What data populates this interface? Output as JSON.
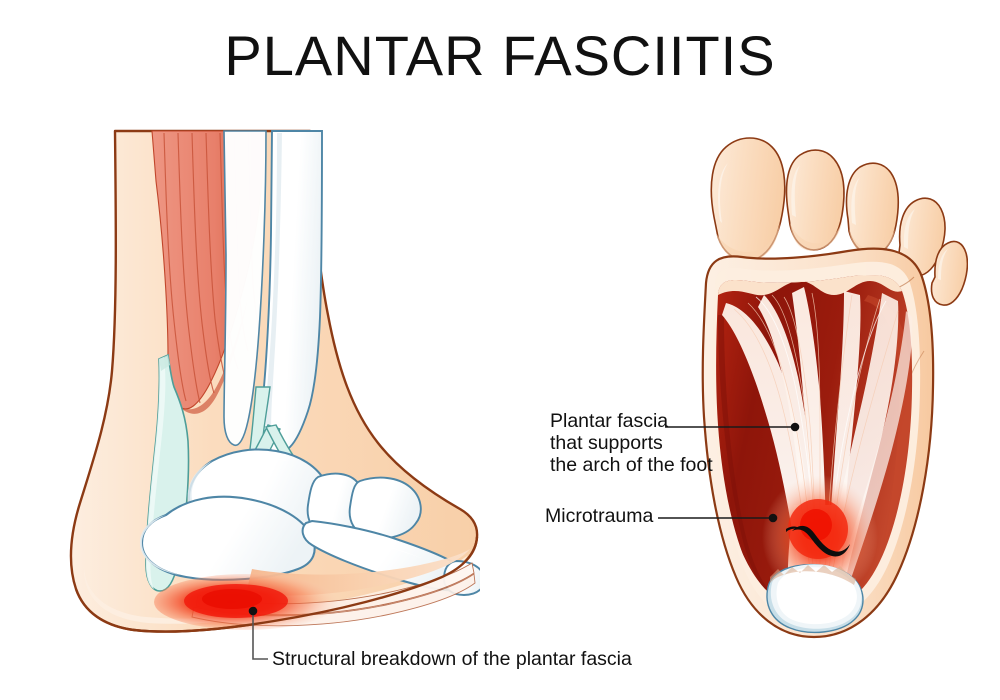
{
  "title": "PLANTAR FASCIITIS",
  "labels": {
    "plantar_fascia": {
      "line1": "Plantar fascia",
      "line2": "that supports",
      "line3": "the arch of the foot"
    },
    "microtrauma": "Microtrauma",
    "structural_breakdown": "Structural breakdown of the plantar fascia"
  },
  "figures": {
    "left": {
      "name": "lateral-foot-cross-section",
      "parts": [
        "calf-muscle",
        "achilles-tendon",
        "tibia",
        "fibula",
        "talus",
        "calcaneus",
        "navicular",
        "cuneiform",
        "metatarsal",
        "phalanx",
        "plantar-fascia-band",
        "inflammation-glow"
      ]
    },
    "right": {
      "name": "plantar-view-foot",
      "parts": [
        "toes",
        "sole-skin",
        "intrinsic-muscles",
        "plantar-fascia-bands",
        "calcaneus",
        "inflammation-glow",
        "microtrauma-tear"
      ]
    }
  },
  "colors": {
    "skin_fill": "#FBDCBE",
    "skin_light": "#FDEBDA",
    "skin_outline": "#8C3A14",
    "muscle_salmon": "#E8836F",
    "muscle_dark_red": "#9E1B10",
    "muscle_mid_red": "#C03A22",
    "bone_fill": "#FFFFFF",
    "bone_outline": "#4E86A6",
    "bone_shadow": "#E7EDF0",
    "tendon_fill": "#D9F2EC",
    "tendon_outline": "#4E9E99",
    "fascia_white": "#FDF2EC",
    "inflammation_red": "#F01B0E",
    "text": "#111111",
    "leader": "#1a1a1a"
  }
}
